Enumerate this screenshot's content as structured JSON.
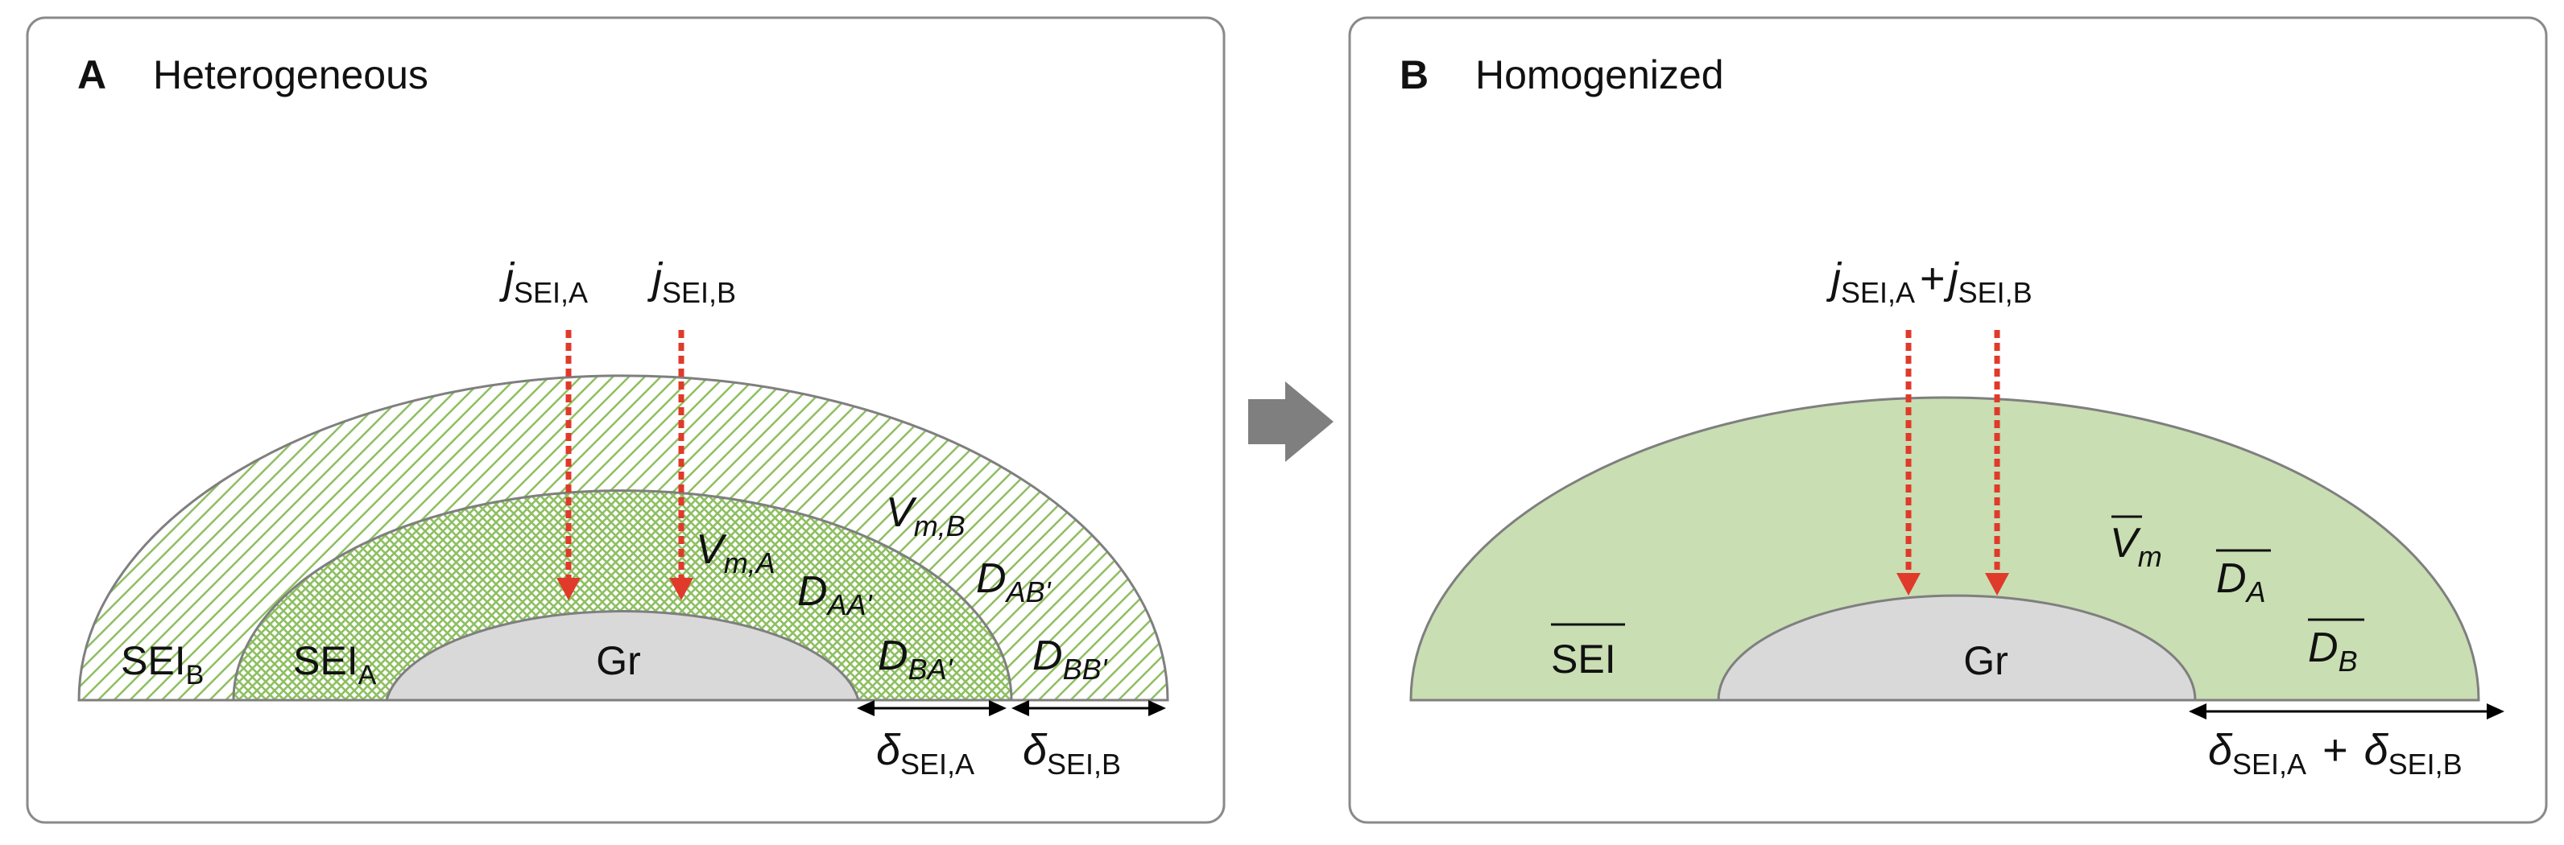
{
  "panel_a": {
    "letter": "A",
    "title": "Heterogeneous",
    "core_label": "Gr",
    "sei_b": {
      "base": "SEI",
      "sub": "B"
    },
    "sei_a": {
      "base": "SEI",
      "sub": "A"
    },
    "flux_a": {
      "base": "j",
      "sub": "SEI,A"
    },
    "flux_b": {
      "base": "j",
      "sub": "SEI,B"
    },
    "vm_a": {
      "base": "V",
      "sub": "m,A"
    },
    "vm_b": {
      "base": "V",
      "sub": "m,B"
    },
    "d_aa": {
      "base": "D",
      "sub": "AA'"
    },
    "d_ba": {
      "base": "D",
      "sub": "BA'"
    },
    "d_ab": {
      "base": "D",
      "sub": "AB'"
    },
    "d_bb": {
      "base": "D",
      "sub": "BB'"
    },
    "delta_a": {
      "base": "δ",
      "sub": "SEI,A"
    },
    "delta_b": {
      "base": "δ",
      "sub": "SEI,B"
    }
  },
  "panel_b": {
    "letter": "B",
    "title": "Homogenized",
    "core_label": "Gr",
    "sei": "SEI",
    "flux_a": {
      "base": "j",
      "sub": "SEI,A"
    },
    "plus": "+",
    "flux_b": {
      "base": "j",
      "sub": "SEI,B"
    },
    "vm": {
      "base": "V",
      "sub": "m"
    },
    "d_a": {
      "base": "D",
      "sub": "A"
    },
    "d_b": {
      "base": "D",
      "sub": "B"
    },
    "delta_a": {
      "base": "δ",
      "sub": "SEI,A"
    },
    "delta_plus": "+",
    "delta_b": {
      "base": "δ",
      "sub": "SEI,B"
    }
  },
  "colors": {
    "sei_green": "#c9deb3",
    "hatch_green": "#8ebf62",
    "core_gray": "#d9d9d9",
    "outline_gray": "#7f7f7f",
    "flux_red": "#e03a2a",
    "arrow_gray": "#7f7f7f"
  },
  "icons": {
    "transition_arrow": "right-arrow-icon"
  }
}
